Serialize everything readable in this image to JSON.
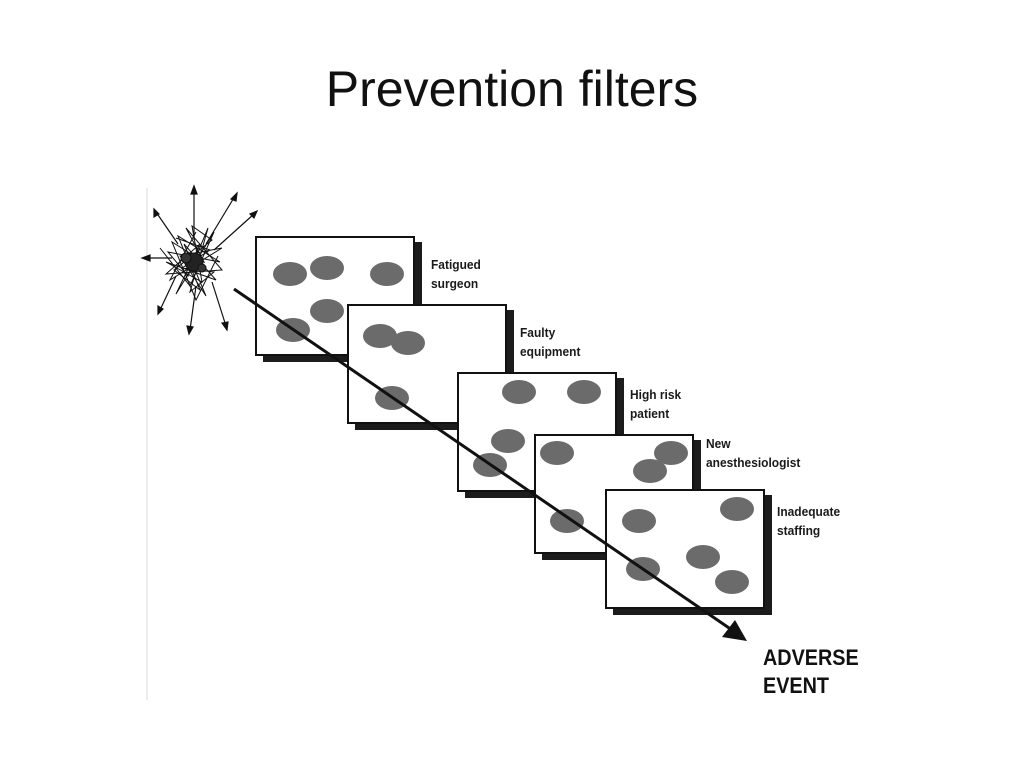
{
  "slide": {
    "title": "Prevention filters"
  },
  "diagram": {
    "filters": [
      {
        "label_lines": [
          "Fatigued",
          "surgeon"
        ]
      },
      {
        "label_lines": [
          "Faulty",
          "equipment"
        ]
      },
      {
        "label_lines": [
          "High risk",
          "patient"
        ]
      },
      {
        "label_lines": [
          "New",
          "anesthesiologist"
        ]
      },
      {
        "label_lines": [
          "Inadequate",
          "staffing"
        ]
      }
    ],
    "outcome_lines": [
      "ADVERSE",
      "EVENT"
    ]
  },
  "colors": {
    "hole": "#6b6b6b",
    "frame": "#111111",
    "shadow": "#1c1c1c",
    "background": "#ffffff"
  }
}
